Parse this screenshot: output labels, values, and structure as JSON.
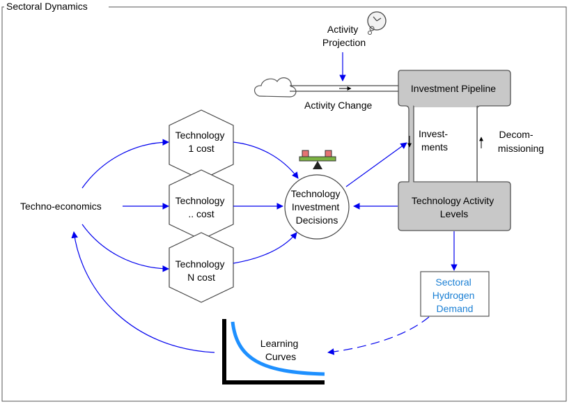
{
  "frame": {
    "title": "Sectoral Dynamics"
  },
  "nodes": {
    "activity_projection": [
      "Activity",
      "Projection"
    ],
    "activity_change": "Activity Change",
    "investment_pipeline": "Investment Pipeline",
    "investments": [
      "Invest-",
      "ments"
    ],
    "decommissioning": [
      "Decom-",
      "missioning"
    ],
    "technology_activity_levels": [
      "Technology Activity",
      "Levels"
    ],
    "sectoral_hydrogen_demand": [
      "Sectoral",
      "Hydrogen",
      "Demand"
    ],
    "technology_1_cost": [
      "Technology",
      "1 cost"
    ],
    "technology_dots_cost": [
      "Technology",
      ".. cost"
    ],
    "technology_n_cost": [
      "Technology",
      "N cost"
    ],
    "technology_investment_decisions": [
      "Technology",
      "Investment",
      "Decisions"
    ],
    "techno_economics": "Techno-economics",
    "learning_curves": [
      "Learning",
      "Curves"
    ]
  },
  "colors": {
    "arrow": "#0000ee",
    "stock_fill": "#c8c8c8",
    "demand_text": "#1a7fd4",
    "learning_curve": "#1e90ff"
  },
  "icons": [
    "cloud-icon",
    "clock-icon",
    "balance-scale-icon",
    "learning-curve-icon"
  ]
}
